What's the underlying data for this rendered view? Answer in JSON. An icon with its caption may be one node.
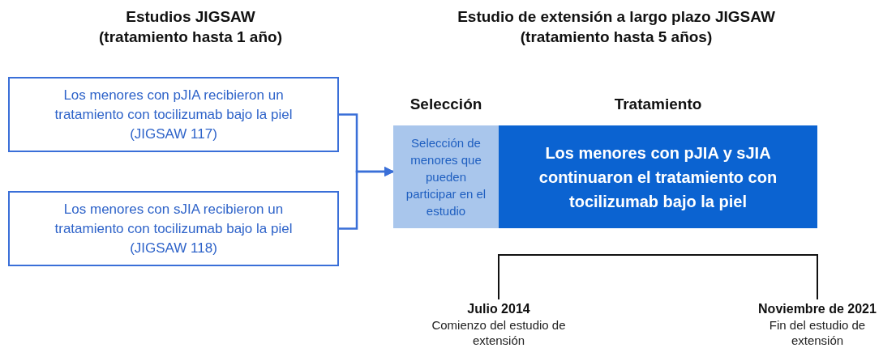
{
  "diagram": {
    "nodes": [
      {
        "text": [
          "Los menores con pJIA recibieron un tratamiento con tocilizumab bajo la piel (JIGSAW 117)"
        ]
      },
      {
        "text": [
          "Los menores con sJIA recibieron un tratamiento con tocilizumab bajo la piel (JIGSAW 118)"
        ]
      },
      {
        "text": [
          "Selección",
          "Selección de menores que pueden participar en el estudio"
        ]
      },
      {
        "text": [
          "Tratamiento",
          "Los menores con pJIA y sJIA continuaron el tratamiento con tocilizumab bajo la piel"
        ]
      }
    ],
    "edges": [
      {
        "from": 0,
        "to": 2,
        "arrow": "to"
      },
      {
        "from": 1,
        "to": 2,
        "arrow": "to"
      }
    ],
    "labels": [
      "Estudios JIGSAW (tratamiento hasta 1 año)",
      "Estudio de extensión a largo plazo JIGSAW (tratamiento hasta 5 años)",
      "Julio 2014",
      "Comienzo del estudio de extensión",
      "Noviembre de 2021",
      "Fin del estudio de extensión"
    ]
  }
}
